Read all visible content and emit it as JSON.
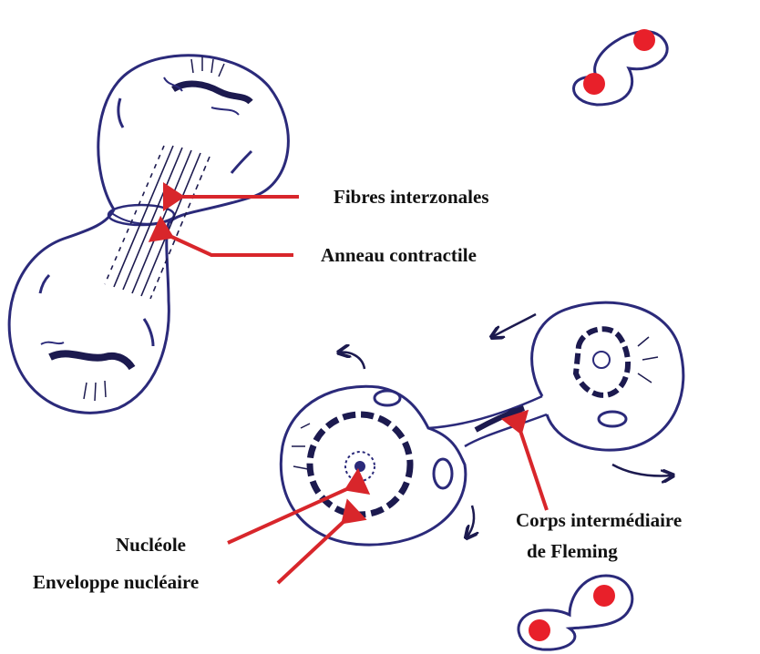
{
  "labels": {
    "fibres": "Fibres interzonales",
    "anneau": "Anneau contractile",
    "corps_line1": "Corps intermédiaire",
    "corps_line2": "de Fleming",
    "nucleole": "Nucléole",
    "enveloppe": "Enveloppe nucléaire"
  },
  "colors": {
    "ink": "#2b2a7a",
    "arrow": "#d8262b",
    "chromatin": "#1c1a4f",
    "nucleus_red": "#e8202a",
    "text": "#111111"
  }
}
